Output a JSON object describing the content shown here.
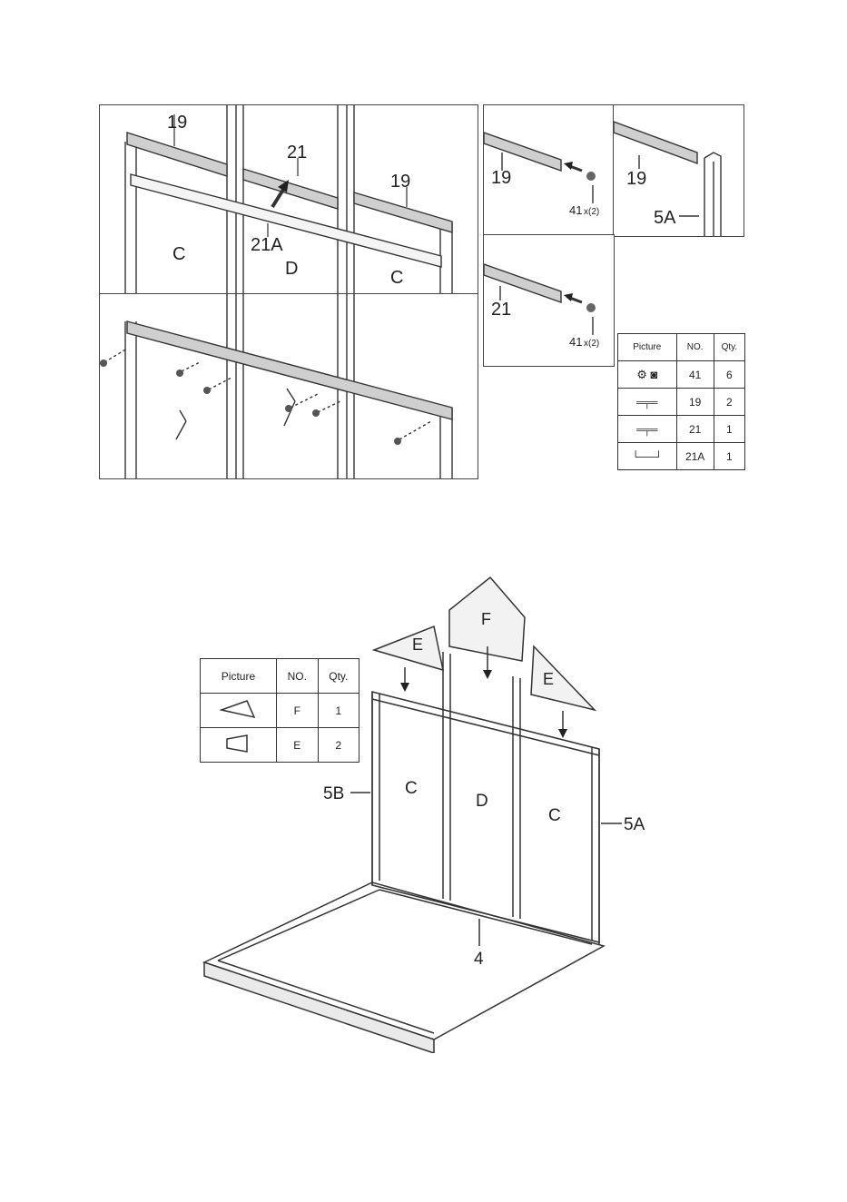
{
  "step1": {
    "main_panel": {
      "labels": [
        "19",
        "21",
        "19",
        "21A",
        "C",
        "D",
        "C"
      ]
    },
    "detail_19_end": {
      "part": "19",
      "bolt": "41",
      "bolt_qty": "x(2)"
    },
    "detail_19_post": {
      "part": "19",
      "post": "5A"
    },
    "detail_21_end": {
      "part": "21",
      "bolt": "41",
      "bolt_qty": "x(2)"
    },
    "parts_table": {
      "headers": [
        "Picture",
        "NO.",
        "Qty."
      ],
      "rows": [
        {
          "icon": "bolt-nut-icon",
          "no": "41",
          "qty": "6"
        },
        {
          "icon": "rail-19-icon",
          "no": "19",
          "qty": "2"
        },
        {
          "icon": "rail-21-icon",
          "no": "21",
          "qty": "1"
        },
        {
          "icon": "bar-21a-icon",
          "no": "21A",
          "qty": "1"
        }
      ]
    }
  },
  "step2": {
    "labels": {
      "gable_f": "F",
      "gable_e_left": "E",
      "gable_e_right": "E",
      "panel_c_left": "C",
      "panel_d": "D",
      "panel_c_right": "C",
      "post_left": "5B",
      "post_right": "5A",
      "base": "4"
    },
    "parts_table": {
      "headers": [
        "Picture",
        "NO.",
        "Qty."
      ],
      "rows": [
        {
          "icon": "triangle-f-icon",
          "no": "F",
          "qty": "1"
        },
        {
          "icon": "trapezoid-e-icon",
          "no": "E",
          "qty": "2"
        }
      ]
    }
  }
}
